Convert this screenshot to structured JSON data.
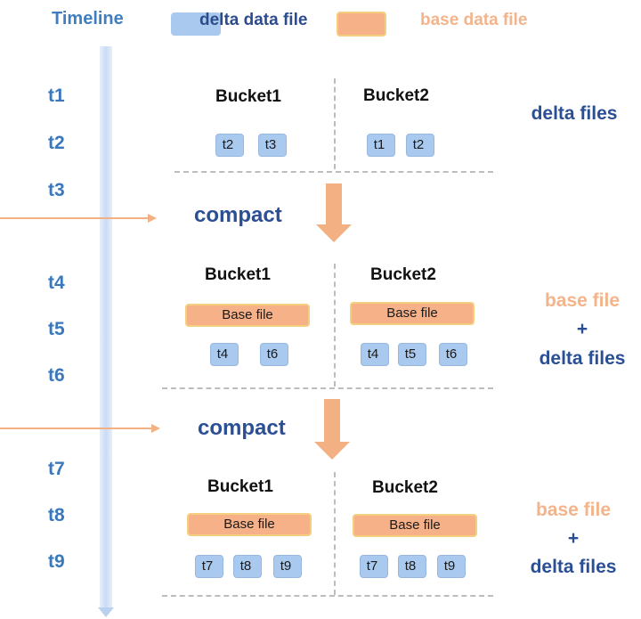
{
  "legend": {
    "title": "Timeline",
    "delta_label": "delta data file",
    "base_label": "base data file"
  },
  "timeline": {
    "ticks": [
      "t1",
      "t2",
      "t3",
      "t4",
      "t5",
      "t6",
      "t7",
      "t8",
      "t9"
    ]
  },
  "compact_label": "compact",
  "stage1": {
    "bucket1": {
      "title": "Bucket1",
      "delta": [
        "t2",
        "t3"
      ]
    },
    "bucket2": {
      "title": "Bucket2",
      "delta": [
        "t1",
        "t2"
      ]
    },
    "note": "delta files"
  },
  "stage2": {
    "bucket1": {
      "title": "Bucket1",
      "base": "Base file",
      "delta": [
        "t4",
        "t6"
      ]
    },
    "bucket2": {
      "title": "Bucket2",
      "base": "Base file",
      "delta": [
        "t4",
        "t5",
        "t6"
      ]
    },
    "note": {
      "line1": "base file",
      "line2": "+",
      "line3": "delta files"
    }
  },
  "stage3": {
    "bucket1": {
      "title": "Bucket1",
      "base": "Base file",
      "delta": [
        "t7",
        "t8",
        "t9"
      ]
    },
    "bucket2": {
      "title": "Bucket2",
      "base": "Base file",
      "delta": [
        "t7",
        "t8",
        "t9"
      ]
    },
    "note": {
      "line1": "base file",
      "line2": "+",
      "line3": "delta files"
    }
  },
  "colors": {
    "delta": "#a9c9ee",
    "base": "#f6b188",
    "base_border": "#f4cf80",
    "arrow": "#f2b083",
    "timeline_text": "#3a78bb",
    "note_blue": "#2b4f95",
    "note_orange": "#f3b48b"
  }
}
